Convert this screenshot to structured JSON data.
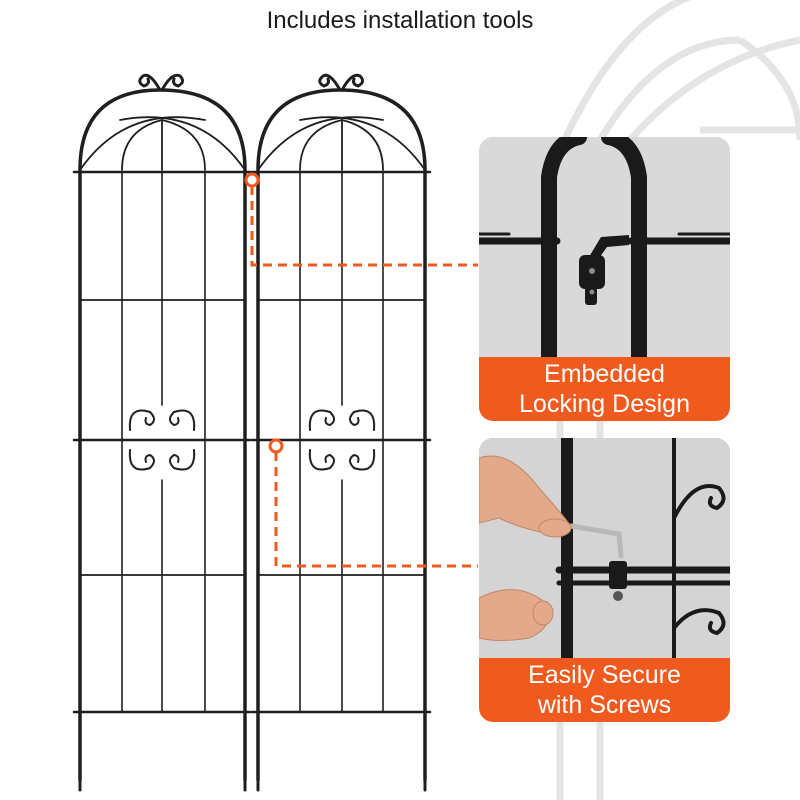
{
  "title": "Includes installation tools",
  "callouts": [
    {
      "label": "Embedded Locking Design"
    },
    {
      "label": "Easily Secure with Screws"
    }
  ],
  "colors": {
    "accent": "#f15a1f",
    "frame": "#1e1e1e",
    "caption_text": "#ffffff",
    "panel_bg": "#d9d9d9"
  }
}
